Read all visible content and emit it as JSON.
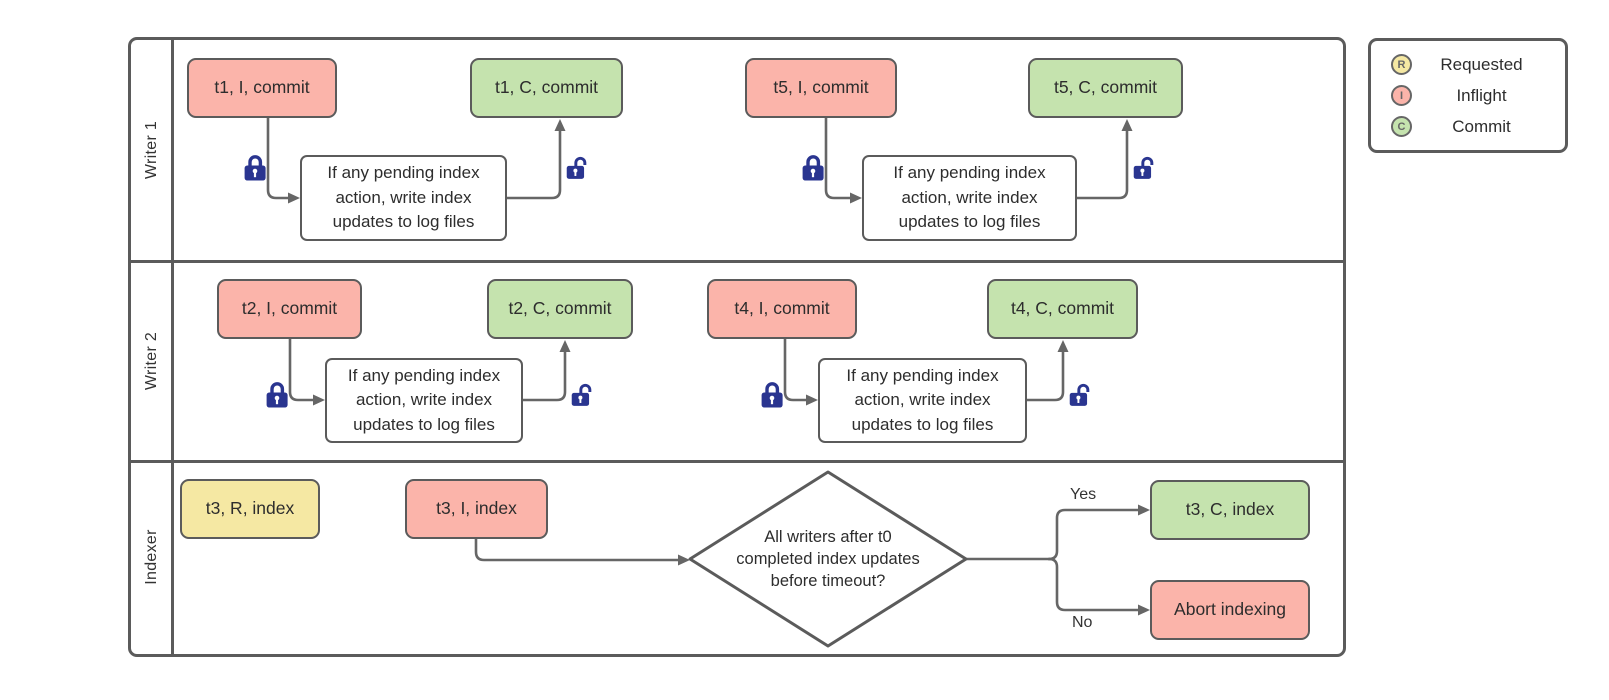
{
  "colors": {
    "inflight_fill": "#fbb4aa",
    "commit_fill": "#c5e3ae",
    "requested_fill": "#f5e8a3",
    "process_fill": "#ffffff",
    "shape_border": "#5b5b5b",
    "connector": "#666666",
    "lock": "#2a3590",
    "text": "#2d2d2d"
  },
  "pool": {
    "lanes": [
      {
        "label": "Writer 1",
        "nodes": [
          {
            "id": "t1-inflight",
            "label": "t1, I, commit"
          },
          {
            "id": "t1-commit",
            "label": "t1, C, commit"
          },
          {
            "id": "t1-process",
            "label": "If any pending index action, write index updates to log files"
          },
          {
            "id": "t5-inflight",
            "label": "t5, I, commit"
          },
          {
            "id": "t5-commit",
            "label": "t5, C, commit"
          },
          {
            "id": "t5-process",
            "label": "If any pending index action, write index updates to log files"
          }
        ]
      },
      {
        "label": "Writer 2",
        "nodes": [
          {
            "id": "t2-inflight",
            "label": "t2, I, commit"
          },
          {
            "id": "t2-commit",
            "label": "t2, C, commit"
          },
          {
            "id": "t2-process",
            "label": "If any pending index action, write index updates to log files"
          },
          {
            "id": "t4-inflight",
            "label": "t4, I, commit"
          },
          {
            "id": "t4-commit",
            "label": "t4, C, commit"
          },
          {
            "id": "t4-process",
            "label": "If any pending index action, write index updates to log files"
          }
        ]
      },
      {
        "label": "Indexer",
        "nodes": [
          {
            "id": "t3-requested",
            "label": "t3, R, index"
          },
          {
            "id": "t3-inflight",
            "label": "t3, I, index"
          }
        ],
        "decision": {
          "lines": [
            "All writers after t0",
            "completed index updates",
            "before timeout?"
          ]
        },
        "branches": {
          "yes": "Yes",
          "no": "No"
        },
        "outcomes": [
          {
            "id": "t3-commit",
            "label": "t3, C, index"
          },
          {
            "id": "abort",
            "label": "Abort indexing"
          }
        ]
      }
    ]
  },
  "legend": {
    "items": [
      {
        "letter": "R",
        "label": "Requested"
      },
      {
        "letter": "I",
        "label": "Inflight"
      },
      {
        "letter": "C",
        "label": "Commit"
      }
    ]
  }
}
